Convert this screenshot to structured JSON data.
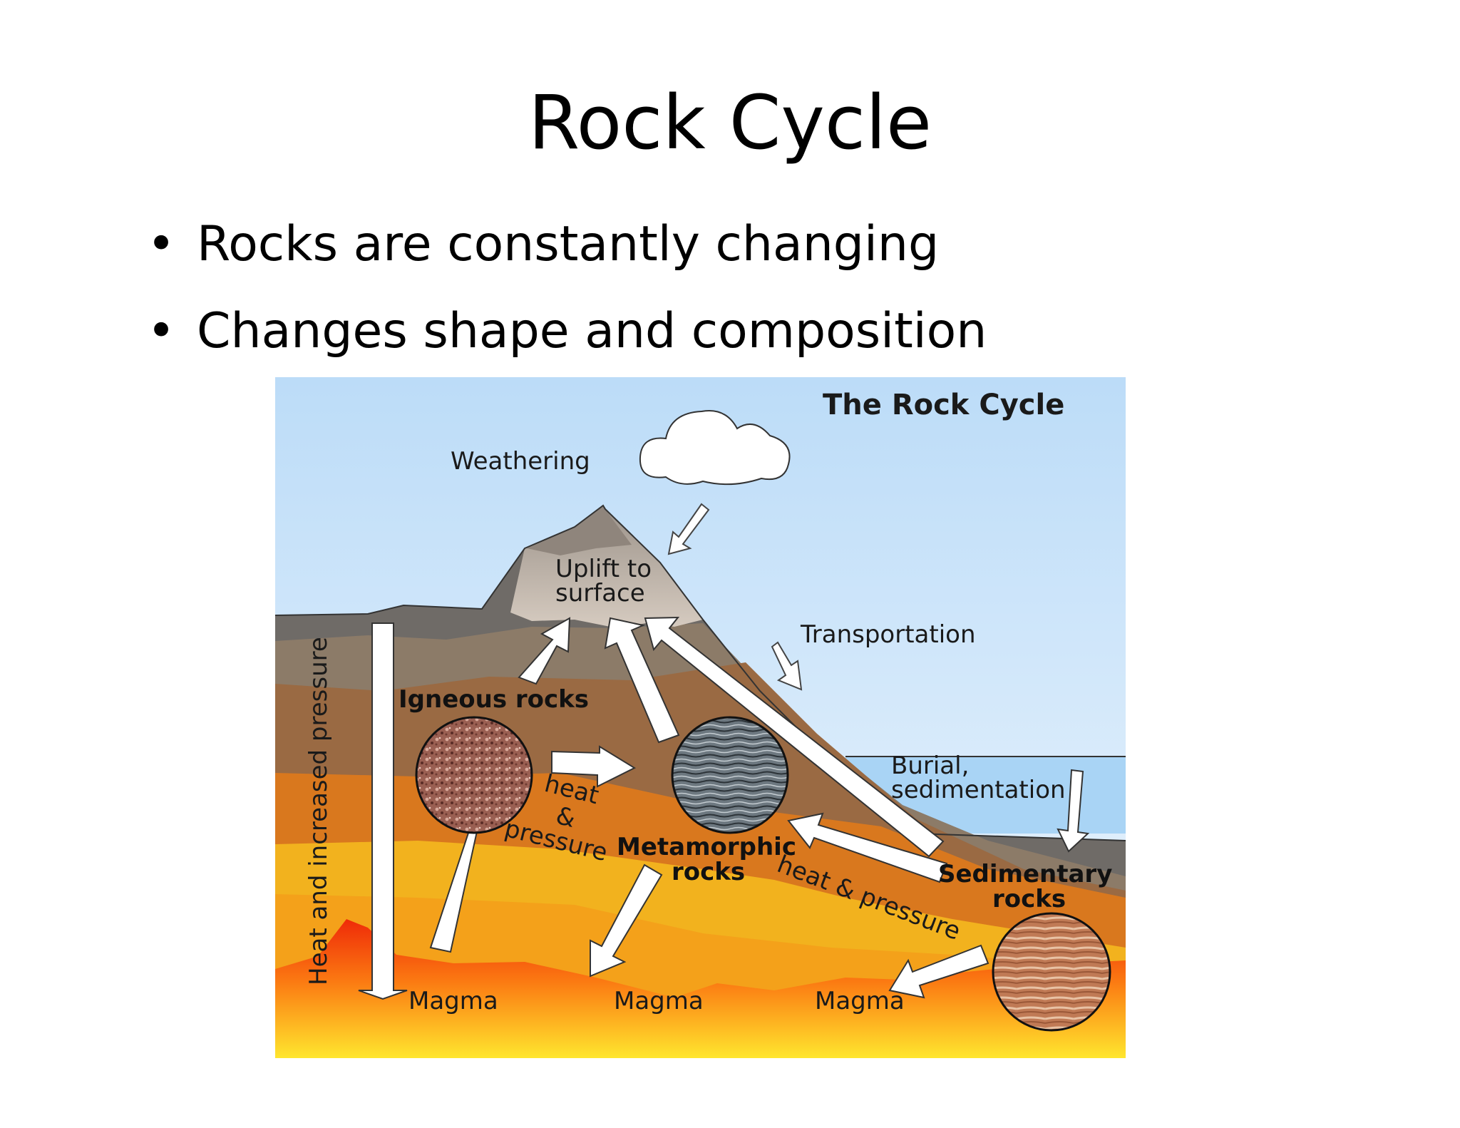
{
  "slide": {
    "title": "Rock Cycle",
    "bullets": [
      "Rocks are constantly changing",
      "Changes shape and composition"
    ]
  },
  "diagram": {
    "title": "The Rock Cycle",
    "labels": {
      "weathering": "Weathering",
      "uplift_1": "Uplift to",
      "uplift_2": "surface",
      "transportation": "Transportation",
      "igneous": "Igneous rocks",
      "heat_1": "heat",
      "heat_2": "&",
      "heat_3": "pressure",
      "metamorphic_1": "Metamorphic",
      "metamorphic_2": "rocks",
      "heat_pressure": "heat & pressure",
      "burial_1": "Burial,",
      "burial_2": "sedimentation",
      "sedimentary_1": "Sedimentary",
      "sedimentary_2": "rocks",
      "heat_increased_pressure": "Heat and increased pressure",
      "magma_1": "Magma",
      "magma_2": "Magma",
      "magma_3": "Magma"
    },
    "colors": {
      "sky_top": "#bcdcf8",
      "sky_bottom": "#e8f3fc",
      "water": "#a9d4f5",
      "mountain_peak": "#cfc3b8",
      "rock_brown": "#8a6a4e",
      "rock_orange": "#d9781e",
      "magma_red": "#f02a08",
      "magma_yellow": "#ffe22e"
    }
  }
}
